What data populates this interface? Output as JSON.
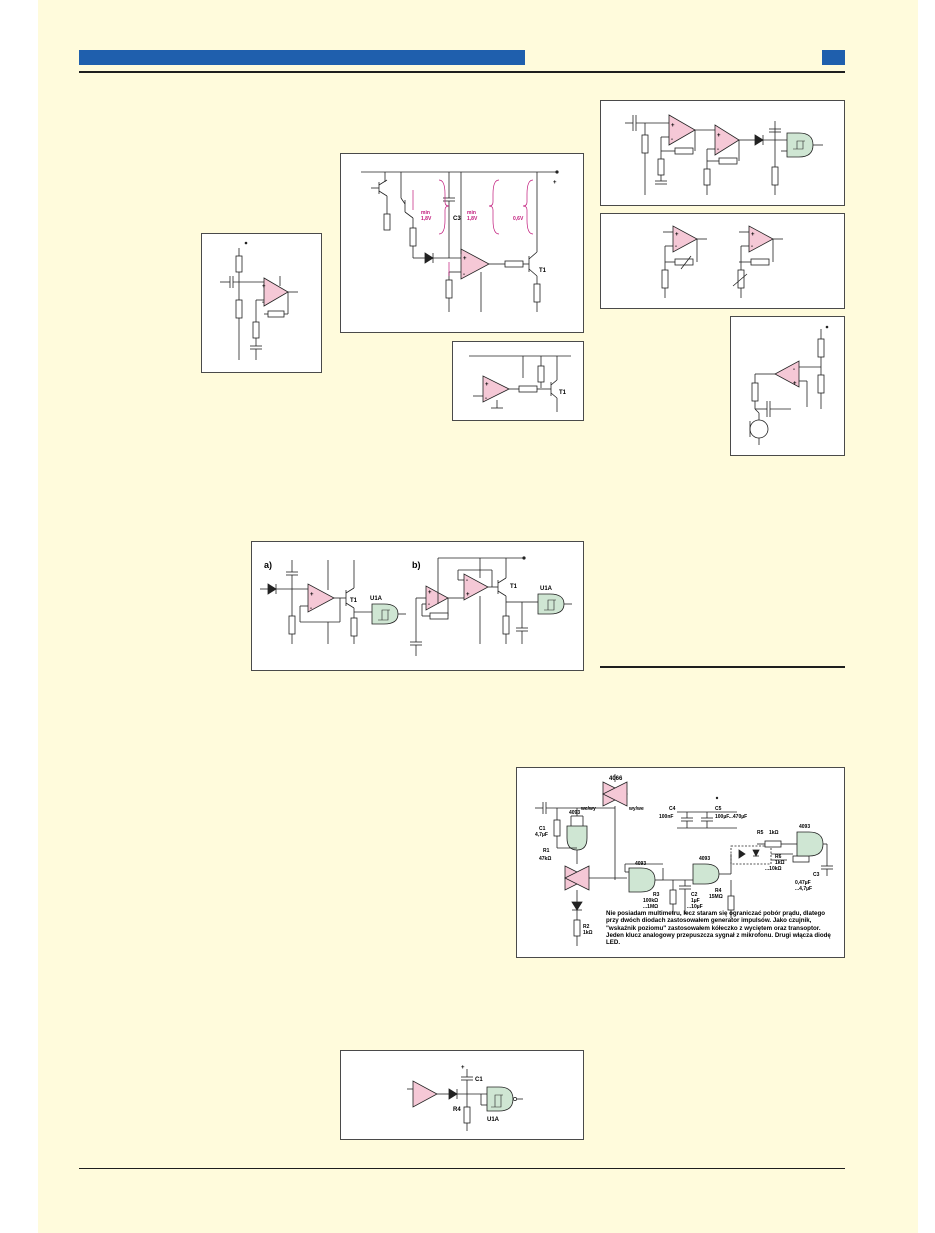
{
  "colors": {
    "page_bg": "#fffbdc",
    "header_bar": "#1f5fad",
    "opamp_fill": "#f5c8d6",
    "gate_fill": "#cfe6d3",
    "annotation": "#c0187a"
  },
  "fig_center": {
    "t1": "T1",
    "c3": "C3",
    "min1": "min",
    "v1": "1,8V",
    "min2": "min",
    "v2": "1,8V",
    "v3": "0,6V",
    "plus": "+"
  },
  "fig_small_right": {
    "t1": "T1"
  },
  "fig_ab": {
    "a": "a)",
    "b": "b)",
    "u1a_a": "U1A",
    "u1a_b": "U1A",
    "t1_a": "T1",
    "t1_b": "T1"
  },
  "fig_big": {
    "ic4066": "4066",
    "wewy": "we/wy",
    "wywe": "wy/we",
    "ic4093a": "4093",
    "ic4093b": "4093",
    "ic4093c": "4093",
    "ic4093d": "4093",
    "c1": "C1",
    "c1v": "4,7µF",
    "r1": "R1",
    "r1v": "47kΩ",
    "c4": "C4",
    "c4v": "100nF",
    "c5": "C5",
    "c5v": "100µF...470µF",
    "r5": "R5",
    "r5v": "1kΩ",
    "r6": "R6",
    "r6v": "1kΩ",
    "r6v2": "...10kΩ",
    "c3": "C3",
    "c3v": "0,47µF",
    "c3v2": "...4,7µF",
    "r3": "R3",
    "r3v": "100kΩ",
    "r3v2": "...1MΩ",
    "c2": "C2",
    "c2v": "1µF",
    "c2v2": "...10µF",
    "r4": "R4",
    "r4v": "15MΩ",
    "r2": "R2",
    "r2v": "1kΩ",
    "caption": "Nie posiadam multimetru, lecz staram się ograniczać pobór prądu, dlatego przy dwóch diodach zastosowałem generator impulsów. Jako czujnik, \"wskaźnik poziomu\" zastosowałem kółeczko z wyciętem oraz transoptor. Jeden klucz analogowy przepuszcza sygnał z mikrofonu. Drugi włącza diodę LED."
  },
  "fig_bottom": {
    "c1": "C1",
    "r4": "R4",
    "u1a": "U1A"
  }
}
